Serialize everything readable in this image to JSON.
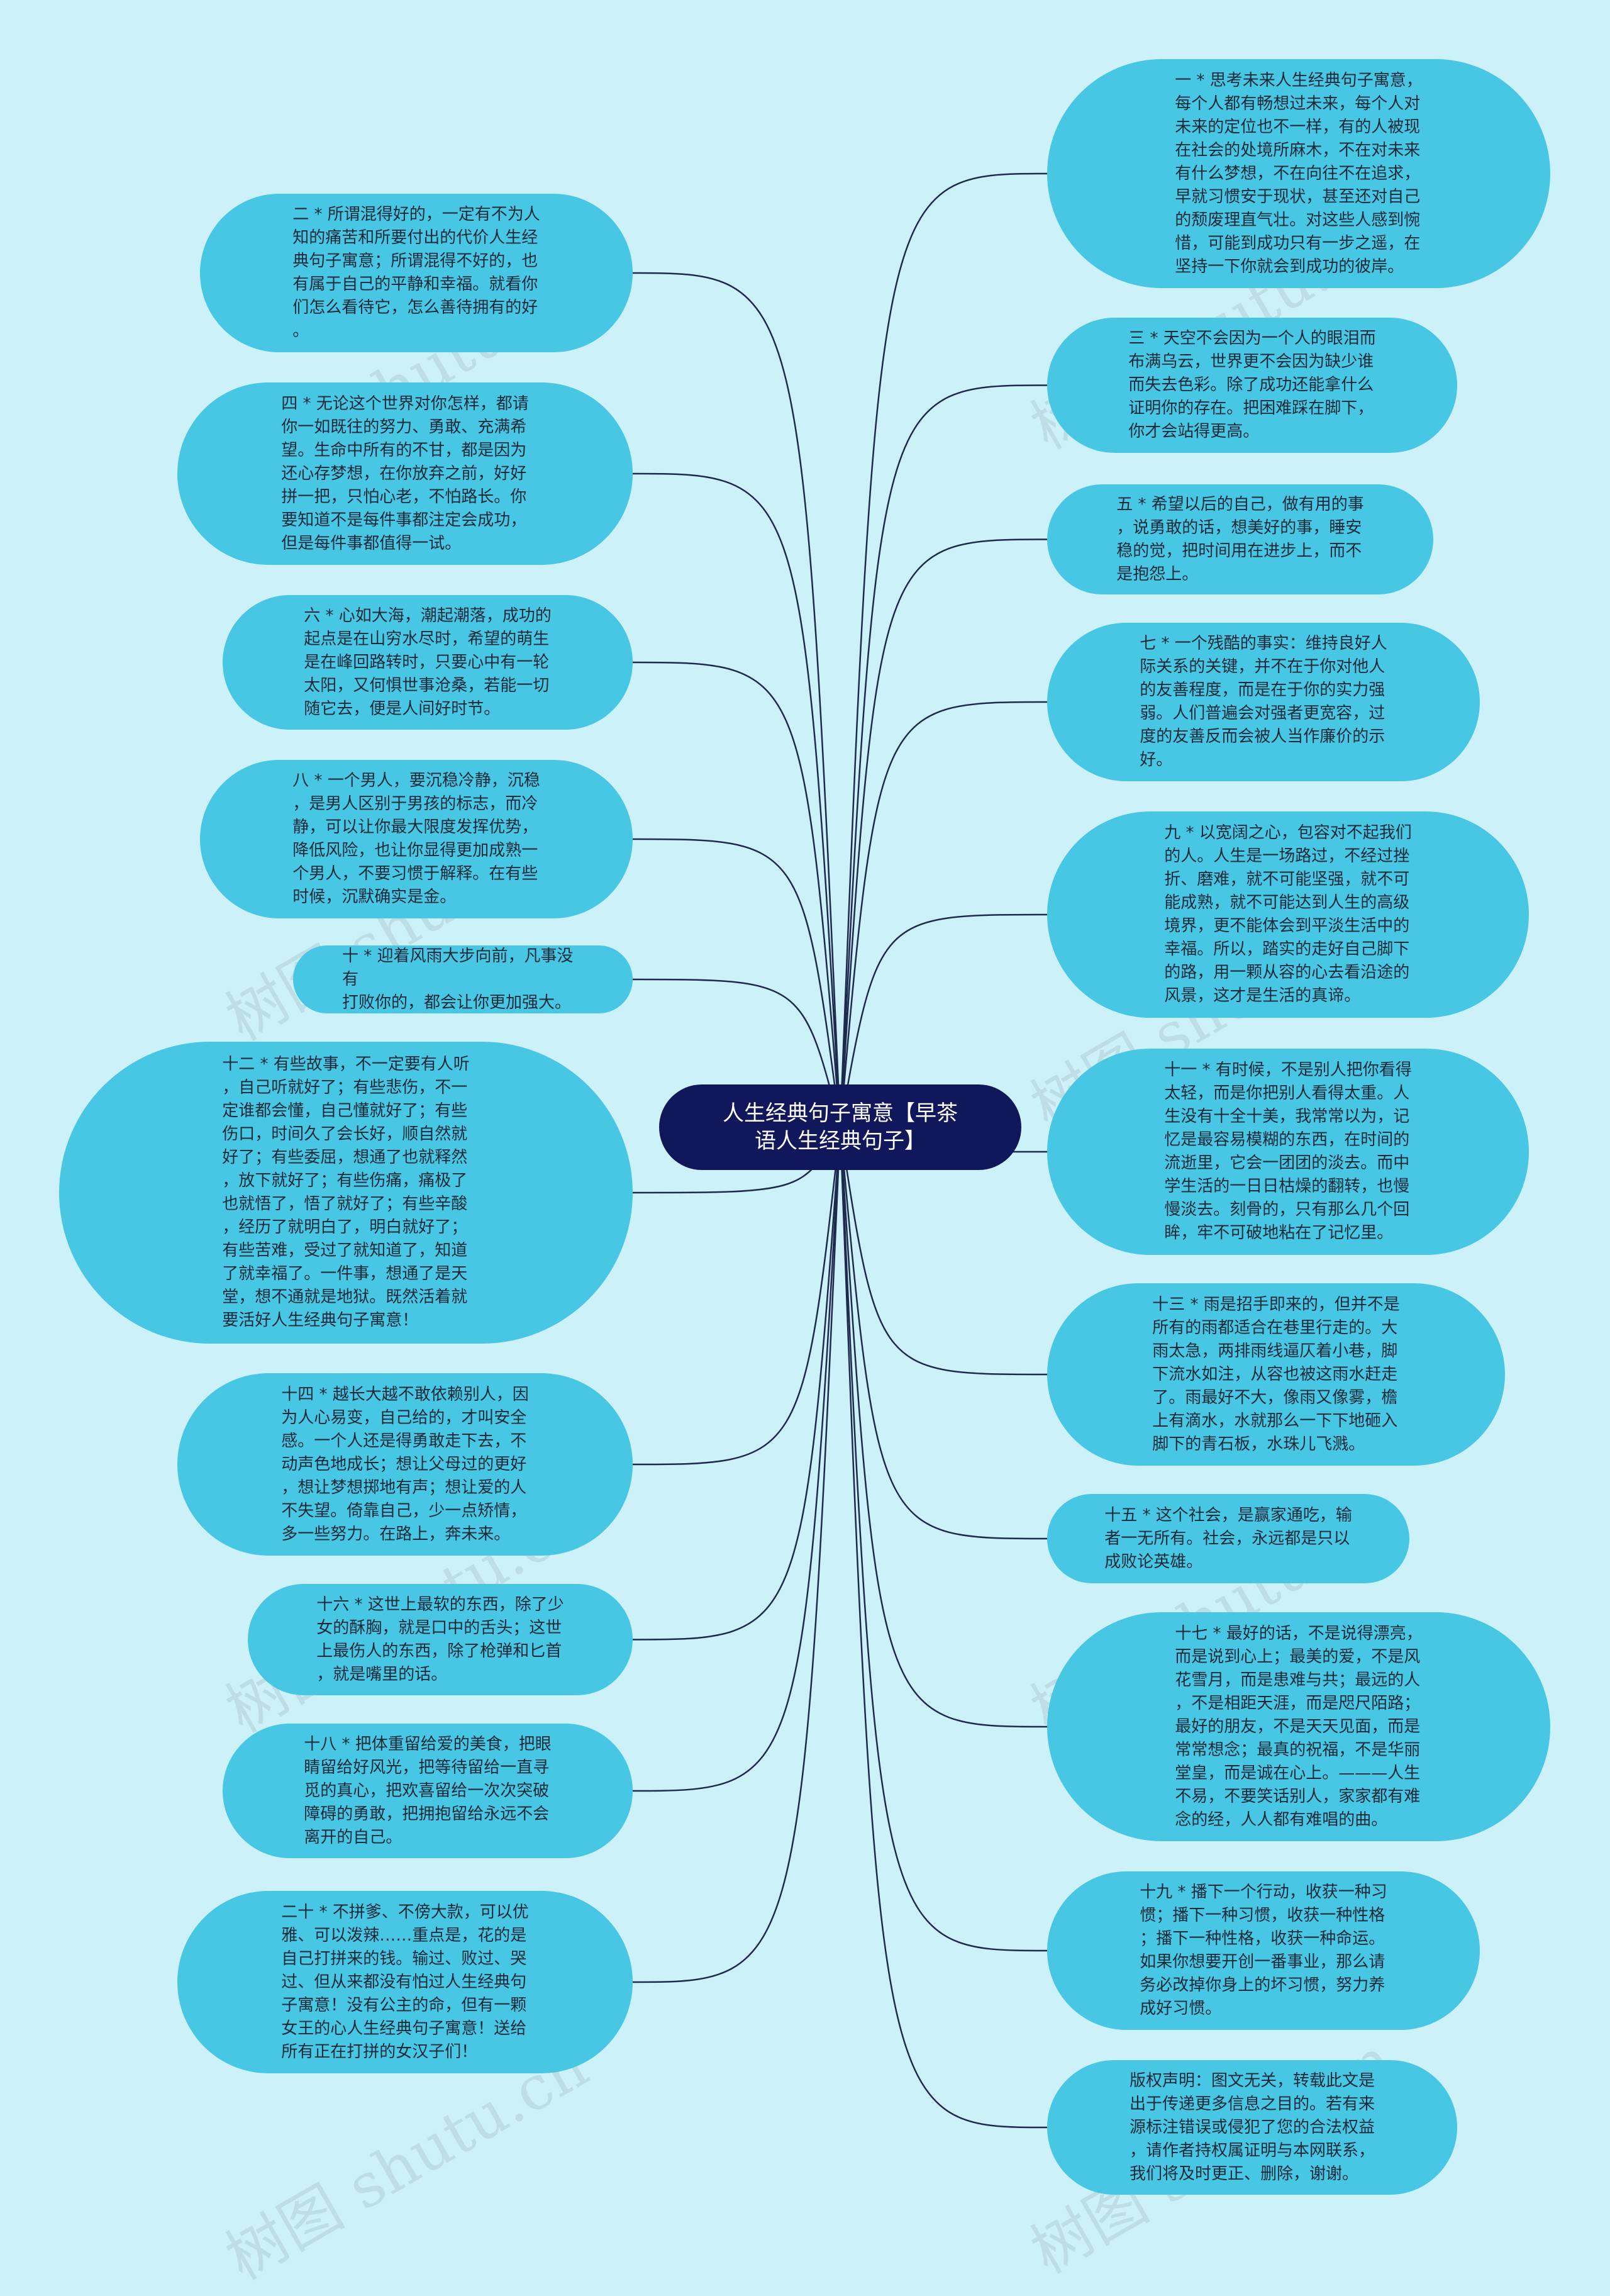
{
  "watermark": "树图 shutu.cn",
  "center": {
    "title": "人生经典句子寓意【早茶\n语人生经典句子】"
  },
  "nodes": [
    {
      "id": "n1",
      "side": "right",
      "text": "一 * 思考未来人生经典句子寓意，\n每个人都有畅想过未来，每个人对\n未来的定位也不一样，有的人被现\n在社会的处境所麻木，不在对未来\n有什么梦想，不在向往不在追求，\n早就习惯安于现状，甚至还对自己\n的颓废理直气壮。对这些人感到惋\n惜，可能到成功只有一步之遥，在\n坚持一下你就会到成功的彼岸。"
    },
    {
      "id": "n2",
      "side": "left",
      "text": "二 * 所谓混得好的，一定有不为人\n知的痛苦和所要付出的代价人生经\n典句子寓意；所谓混得不好的，也\n有属于自己的平静和幸福。就看你\n们怎么看待它，怎么善待拥有的好\n。"
    },
    {
      "id": "n3",
      "side": "right",
      "text": "三 * 天空不会因为一个人的眼泪而\n布满乌云，世界更不会因为缺少谁\n而失去色彩。除了成功还能拿什么\n证明你的存在。把困难踩在脚下，\n你才会站得更高。"
    },
    {
      "id": "n4",
      "side": "left",
      "text": "四 * 无论这个世界对你怎样，都请\n你一如既往的努力、勇敢、充满希\n望。生命中所有的不甘，都是因为\n还心存梦想，在你放弃之前，好好\n拼一把，只怕心老，不怕路长。你\n要知道不是每件事都注定会成功，\n但是每件事都值得一试。"
    },
    {
      "id": "n5",
      "side": "right",
      "text": "五 * 希望以后的自己，做有用的事\n，说勇敢的话，想美好的事，睡安\n稳的觉，把时间用在进步上，而不\n是抱怨上。"
    },
    {
      "id": "n6",
      "side": "left",
      "text": "六 * 心如大海，潮起潮落，成功的\n起点是在山穷水尽时，希望的萌生\n是在峰回路转时，只要心中有一轮\n太阳，又何惧世事沧桑，若能一切\n随它去，便是人间好时节。"
    },
    {
      "id": "n7",
      "side": "right",
      "text": "七 * 一个残酷的事实：维持良好人\n际关系的关键，并不在于你对他人\n的友善程度，而是在于你的实力强\n弱。人们普遍会对强者更宽容，过\n度的友善反而会被人当作廉价的示\n好。"
    },
    {
      "id": "n8",
      "side": "left",
      "text": "八 * 一个男人，要沉稳冷静，沉稳\n，是男人区别于男孩的标志，而冷\n静，可以让你最大限度发挥优势，\n降低风险，也让你显得更加成熟一\n个男人，不要习惯于解释。在有些\n时候，沉默确实是金。"
    },
    {
      "id": "n9",
      "side": "right",
      "text": "九 * 以宽阔之心，包容对不起我们\n的人。人生是一场路过，不经过挫\n折、磨难，就不可能坚强，就不可\n能成熟，就不可能达到人生的高级\n境界，更不能体会到平淡生活中的\n幸福。所以，踏实的走好自己脚下\n的路，用一颗从容的心去看沿途的\n风景，这才是生活的真谛。"
    },
    {
      "id": "n10",
      "side": "left",
      "text": "十 * 迎着风雨大步向前，凡事没有\n打败你的，都会让你更加强大。"
    },
    {
      "id": "n11",
      "side": "right",
      "text": "十一 * 有时候，不是别人把你看得\n太轻，而是你把别人看得太重。人\n生没有十全十美，我常常以为，记\n忆是最容易模糊的东西，在时间的\n流逝里，它会一团团的淡去。而中\n学生活的一日日枯燥的翻转，也慢\n慢淡去。刻骨的，只有那么几个回\n眸，牢不可破地粘在了记忆里。"
    },
    {
      "id": "n12",
      "side": "left",
      "text": "十二 * 有些故事，不一定要有人听\n，自己听就好了；有些悲伤，不一\n定谁都会懂，自己懂就好了；有些\n伤口，时间久了会长好，顺自然就\n好了；有些委屈，想通了也就释然\n，放下就好了；有些伤痛，痛极了\n也就悟了，悟了就好了；有些辛酸\n，经历了就明白了，明白就好了；\n有些苦难，受过了就知道了，知道\n了就幸福了。一件事，想通了是天\n堂，想不通就是地狱。既然活着就\n要活好人生经典句子寓意！"
    },
    {
      "id": "n13",
      "side": "right",
      "text": "十三 * 雨是招手即来的，但并不是\n所有的雨都适合在巷里行走的。大\n雨太急，两排雨线逼仄着小巷，脚\n下流水如注，从容也被这雨水赶走\n了。雨最好不大，像雨又像雾，檐\n上有滴水，水就那么一下下地砸入\n脚下的青石板，水珠儿飞溅。"
    },
    {
      "id": "n14",
      "side": "left",
      "text": "十四 * 越长大越不敢依赖别人，因\n为人心易变，自己给的，才叫安全\n感。一个人还是得勇敢走下去，不\n动声色地成长；想让父母过的更好\n，想让梦想掷地有声；想让爱的人\n不失望。倚靠自己，少一点矫情，\n多一些努力。在路上，奔未来。"
    },
    {
      "id": "n15",
      "side": "right",
      "text": "十五 * 这个社会，是赢家通吃，输\n者一无所有。社会，永远都是只以\n成败论英雄。"
    },
    {
      "id": "n16",
      "side": "left",
      "text": "十六 * 这世上最软的东西，除了少\n女的酥胸，就是口中的舌头；这世\n上最伤人的东西，除了枪弹和匕首\n，就是嘴里的话。"
    },
    {
      "id": "n17",
      "side": "right",
      "text": "十七 * 最好的话，不是说得漂亮，\n而是说到心上；最美的爱，不是风\n花雪月，而是患难与共；最远的人\n，不是相距天涯，而是咫尺陌路；\n最好的朋友，不是天天见面，而是\n常常想念；最真的祝福，不是华丽\n堂皇，而是诚在心上。———人生\n不易，不要笑话别人，家家都有难\n念的经，人人都有难唱的曲。"
    },
    {
      "id": "n18",
      "side": "left",
      "text": "十八 * 把体重留给爱的美食，把眼\n睛留给好风光，把等待留给一直寻\n觅的真心，把欢喜留给一次次突破\n障碍的勇敢，把拥抱留给永远不会\n离开的自己。"
    },
    {
      "id": "n19",
      "side": "right",
      "text": "十九 * 播下一个行动，收获一种习\n惯；播下一种习惯，收获一种性格\n；播下一种性格，收获一种命运。\n如果你想要开创一番事业，那么请\n务必改掉你身上的坏习惯，努力养\n成好习惯。"
    },
    {
      "id": "n20",
      "side": "left",
      "text": "二十 * 不拼爹、不傍大款，可以优\n雅、可以泼辣……重点是，花的是\n自己打拼来的钱。输过、败过、哭\n过、但从来都没有怕过人生经典句\n子寓意！没有公主的命，但有一颗\n女王的心人生经典句子寓意！送给\n所有正在打拼的女汉子们！"
    },
    {
      "id": "n21",
      "side": "right",
      "text": "版权声明：图文无关，转载此文是\n出于传递更多信息之目的。若有来\n源标注错误或侵犯了您的合法权益\n，请作者持权属证明与本网联系，\n我们将及时更正、删除，谢谢。"
    }
  ]
}
